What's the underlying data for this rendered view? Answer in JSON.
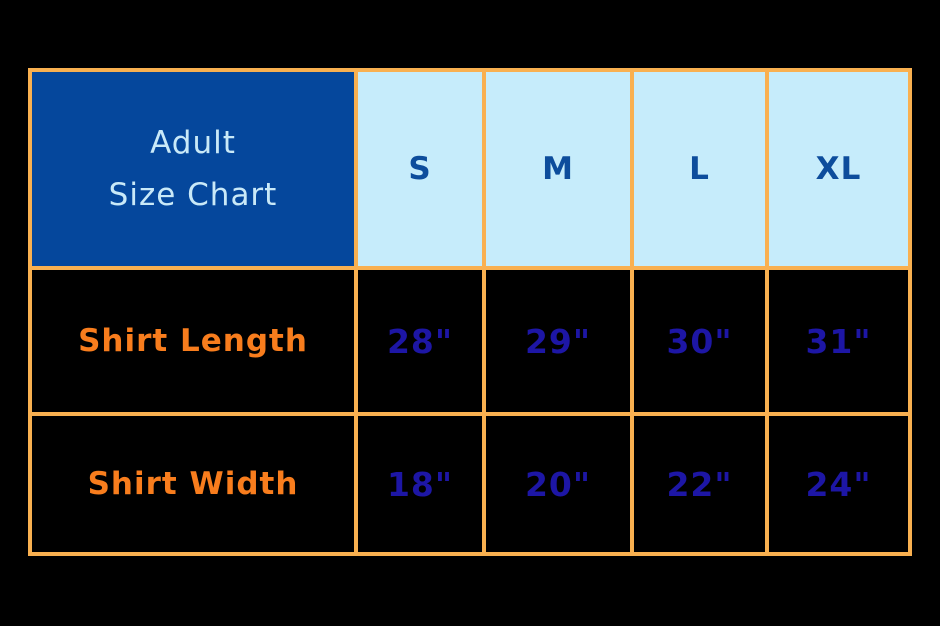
{
  "table": {
    "title_line1": "Adult",
    "title_line2": "Size Chart",
    "columns": [
      "S",
      "M",
      "L",
      "XL"
    ],
    "rows": [
      {
        "label": "Shirt Length",
        "values": [
          "28\"",
          "29\"",
          "30\"",
          "31\""
        ]
      },
      {
        "label": "Shirt Width",
        "values": [
          "18\"",
          "20\"",
          "22\"",
          "24\""
        ]
      }
    ]
  },
  "colors": {
    "background": "#000000",
    "border": "#f9b050",
    "header_bg": "#05479c",
    "header_text": "#c9e9f8",
    "size_bg": "#c6ecfb",
    "size_text": "#0d4d9c",
    "label_text": "#f87d1d",
    "value_text": "#1d16a5"
  },
  "chart_data": {
    "type": "table",
    "title": "Adult Size Chart",
    "categories": [
      "S",
      "M",
      "L",
      "XL"
    ],
    "series": [
      {
        "name": "Shirt Length",
        "values": [
          28,
          29,
          30,
          31
        ],
        "unit": "inches"
      },
      {
        "name": "Shirt Width",
        "values": [
          18,
          20,
          22,
          24
        ],
        "unit": "inches"
      }
    ]
  }
}
